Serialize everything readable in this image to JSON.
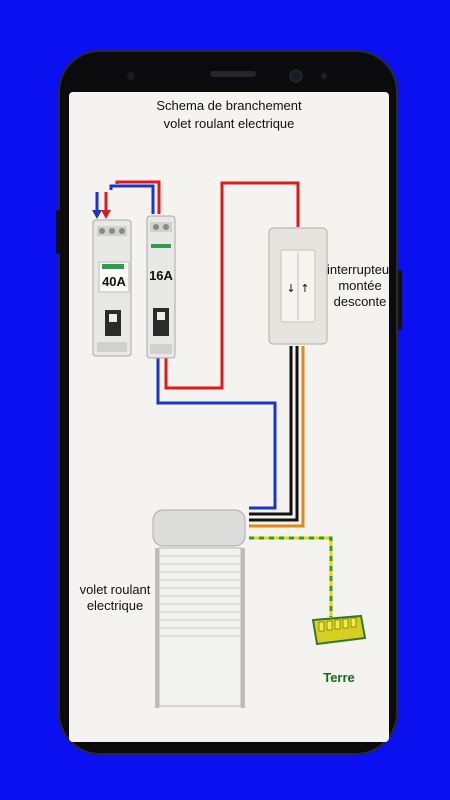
{
  "diagram": {
    "title_line1": "Schema de branchement",
    "title_line2": "volet roulant electrique",
    "breaker_40_label": "40A",
    "breaker_16_label": "16A",
    "switch_label_1": "interrupteur",
    "switch_label_2": "montée",
    "switch_label_3": "desconte",
    "shutter_label_1": "volet roulant",
    "shutter_label_2": "electrique",
    "earth_label": "Terre"
  },
  "colors": {
    "background": "#0a10f0",
    "phase_wire": "#e01818",
    "neutral_wire": "#1a35c8",
    "up_wire": "#111111",
    "down_wire": "#e08a12",
    "earth_wire_yellow": "#e8d800",
    "earth_wire_green": "#2f9a2f"
  }
}
